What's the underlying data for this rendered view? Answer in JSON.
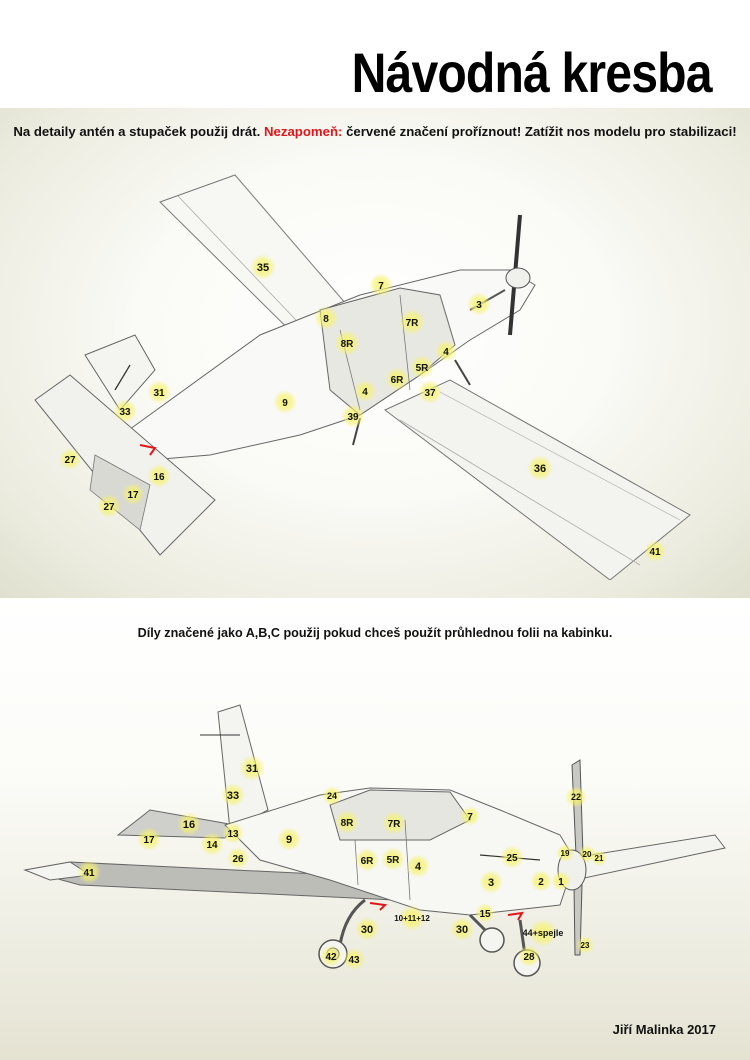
{
  "title": "Návodná kresba",
  "note_top": {
    "part1": "Na detaily antén a stupaček použij drát.",
    "warning": "Nezapomeň:",
    "part2": "červené značení proříznout! Zatížit nos modelu pro stabilizaci!"
  },
  "note_bottom": "Díly značené jako A,B,C použij pokud chceš použít průhlednou folii na kabinku.",
  "author": "Jiří Malinka 2017",
  "colors": {
    "warning": "#e0161b",
    "highlight": "#f4f06a",
    "background_tint": "#e4e3d2"
  },
  "top_view_labels": [
    "35",
    "7",
    "3",
    "8",
    "7R",
    "8R",
    "4",
    "5R",
    "6R",
    "31",
    "4",
    "37",
    "9",
    "33",
    "39",
    "36",
    "27",
    "16",
    "17",
    "27",
    "41"
  ],
  "side_view_labels": [
    "31",
    "24",
    "33",
    "22",
    "16",
    "13",
    "8R",
    "7R",
    "7",
    "17",
    "14",
    "9",
    "19",
    "20",
    "21",
    "26",
    "25",
    "41",
    "6R",
    "5R",
    "4",
    "2",
    "1",
    "3",
    "15",
    "10+11+12",
    "30",
    "30",
    "44+spejle",
    "23",
    "42",
    "43",
    "28"
  ]
}
